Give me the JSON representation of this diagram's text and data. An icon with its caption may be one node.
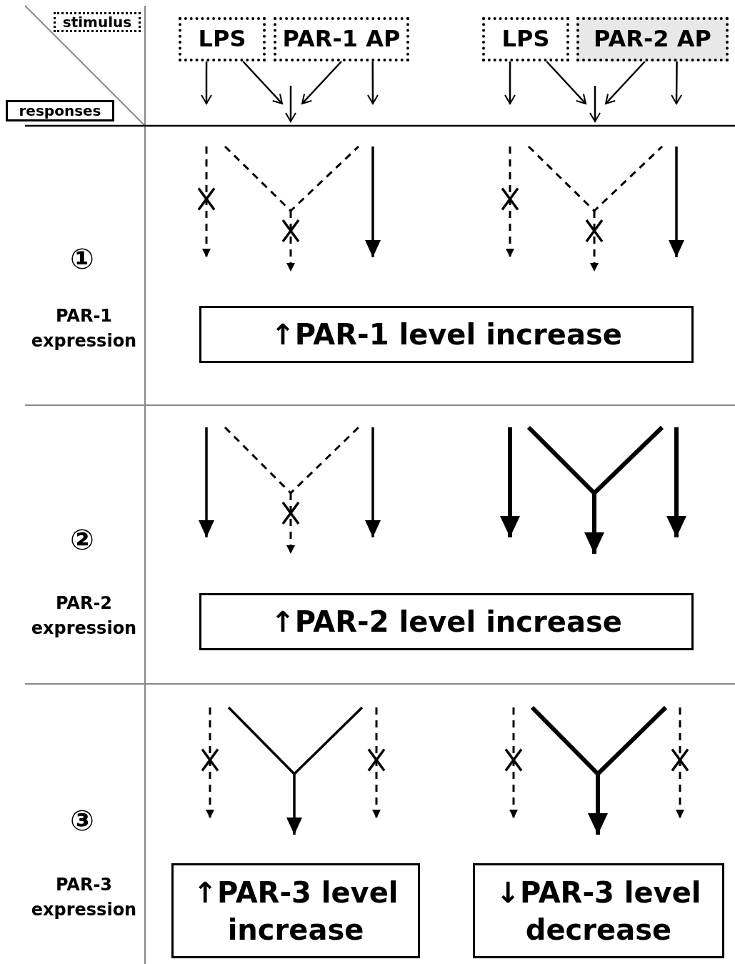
{
  "diagram": {
    "nodes": [
      {
        "text": [
          "stimulus"
        ]
      },
      {
        "text": [
          "responses"
        ]
      },
      {
        "text": [
          "LPS"
        ]
      },
      {
        "text": [
          "PAR-1 AP"
        ]
      },
      {
        "text": [
          "LPS"
        ]
      },
      {
        "text": [
          "PAR-2 AP"
        ]
      },
      {
        "text": [
          "↑PAR-1 level increase"
        ]
      },
      {
        "text": [
          "↑PAR-2 level increase"
        ]
      },
      {
        "text": [
          "↑PAR-3 level increase"
        ]
      },
      {
        "text": [
          "↓PAR-3 level decrease"
        ]
      }
    ],
    "edges": [
      {
        "from": 2,
        "to": null,
        "arrow": "to"
      },
      {
        "from": 2,
        "to": null,
        "arrow": "to"
      },
      {
        "from": 3,
        "to": null,
        "arrow": "to"
      },
      {
        "from": 3,
        "to": null,
        "arrow": "to"
      },
      {
        "from": 4,
        "to": null,
        "arrow": "to"
      },
      {
        "from": 4,
        "to": null,
        "arrow": "to"
      },
      {
        "from": 5,
        "to": null,
        "arrow": "to"
      },
      {
        "from": 5,
        "to": null,
        "arrow": "to"
      }
    ],
    "labels": [
      "①",
      "PAR-1 expression",
      "②",
      "PAR-2 expression",
      "③",
      "PAR-3 expression"
    ]
  }
}
